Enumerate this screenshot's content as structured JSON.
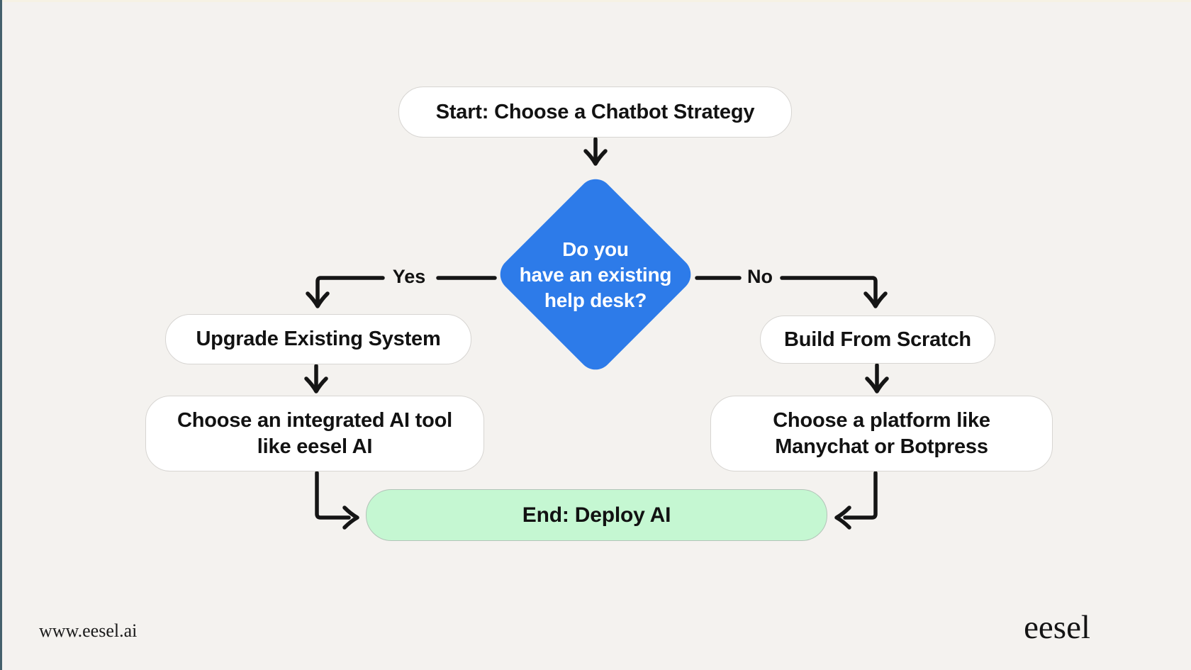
{
  "page": {
    "background_color": "#f4f2ef",
    "left_edge_color": "#44606c",
    "arrow_color": "#151515",
    "decision_color": "#2d7be9",
    "end_color": "#c5f7d2"
  },
  "flowchart": {
    "start": {
      "label": "Start: Choose a Chatbot Strategy"
    },
    "decision": {
      "label": "Do you\nhave an existing\nhelp desk?"
    },
    "branches": {
      "yes": {
        "label": "Yes"
      },
      "no": {
        "label": "No"
      }
    },
    "yes_path": {
      "step1": {
        "label": "Upgrade Existing System"
      },
      "step2": {
        "label": "Choose an integrated AI tool\nlike eesel AI"
      }
    },
    "no_path": {
      "step1": {
        "label": "Build From Scratch"
      },
      "step2": {
        "label": "Choose a platform like\nManychat or Botpress"
      }
    },
    "end": {
      "label": "End: Deploy AI"
    }
  },
  "footer": {
    "website": "www.eesel.ai",
    "brand": "eesel"
  }
}
